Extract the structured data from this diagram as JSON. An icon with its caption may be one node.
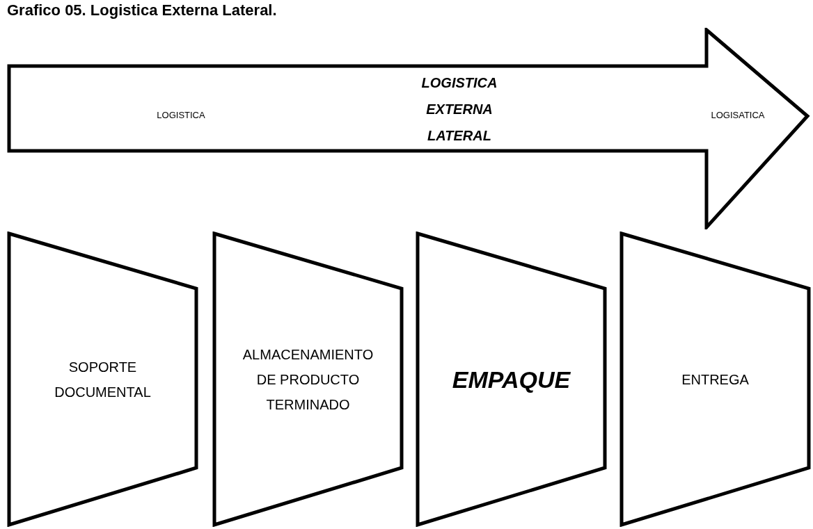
{
  "diagram": {
    "title": "Grafico 05. Logistica Externa Lateral.",
    "nodes": [
      {
        "text": [
          "LOGISTICA",
          "LOGISTICA EXTERNA LATERAL",
          "LOGISATICA"
        ]
      },
      {
        "text": [
          "SOPORTE DOCUMENTAL"
        ]
      },
      {
        "text": [
          "ALMACENAMIENTO DE PRODUCTO TERMINADO"
        ]
      },
      {
        "text": [
          "EMPAQUE"
        ]
      },
      {
        "text": [
          "ENTREGA"
        ]
      }
    ]
  }
}
